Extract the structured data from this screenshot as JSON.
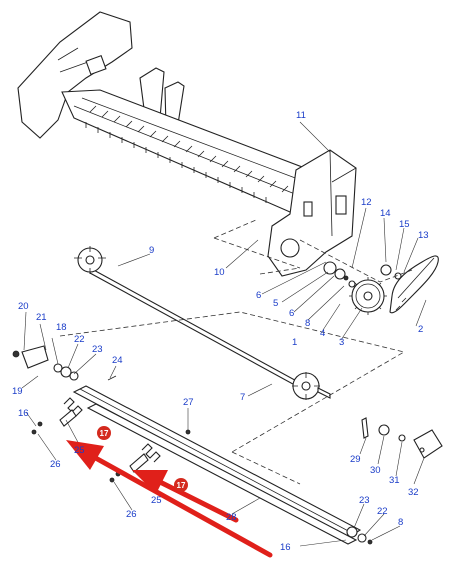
{
  "callouts": {
    "c1": "1",
    "c2": "2",
    "c3": "3",
    "c4": "4",
    "c5": "5",
    "c6a": "6",
    "c6b": "6",
    "c7": "7",
    "c8a": "8",
    "c8b": "8",
    "c9": "9",
    "c10": "10",
    "c11": "11",
    "c12": "12",
    "c13": "13",
    "c14": "14",
    "c15": "15",
    "c16a": "16",
    "c16b": "16",
    "c17a": "17",
    "c17b": "17",
    "c18": "18",
    "c19": "19",
    "c20": "20",
    "c21": "21",
    "c22a": "22",
    "c22b": "22",
    "c23a": "23",
    "c23b": "23",
    "c24": "24",
    "c25a": "25",
    "c25b": "25",
    "c26a": "26",
    "c26b": "26",
    "c27": "27",
    "c28": "28",
    "c29": "29",
    "c30": "30",
    "c31": "31",
    "c32": "32"
  },
  "colors": {
    "label": "#1a3cc8",
    "arrow": "#e0201a",
    "badge": "#d42a1e",
    "line": "#222222"
  }
}
